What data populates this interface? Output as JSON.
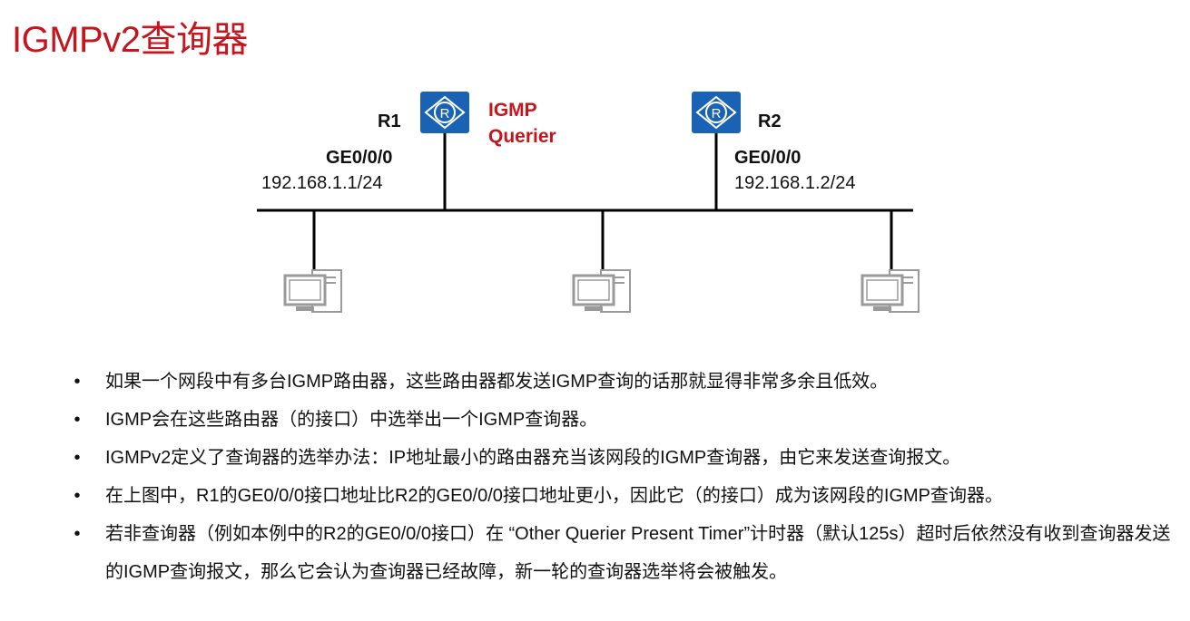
{
  "title": "IGMPv2查询器",
  "diagram": {
    "routers": [
      {
        "name": "R1",
        "interface": "GE0/0/0",
        "ip": "192.168.1.1/24"
      },
      {
        "name": "R2",
        "interface": "GE0/0/0",
        "ip": "192.168.1.2/24"
      }
    ],
    "querier_label_line1": "IGMP",
    "querier_label_line2": "Querier",
    "colors": {
      "accent": "#c4161c",
      "router_fill": "#1a62b3",
      "pc_gray": "#9a9a9a",
      "line": "#000000"
    },
    "icons": {
      "router": "router-icon",
      "pc": "computer-icon"
    }
  },
  "bullets": [
    "如果一个网段中有多台IGMP路由器，这些路由器都发送IGMP查询的话那就显得非常多余且低效。",
    "IGMP会在这些路由器（的接口）中选举出一个IGMP查询器。",
    "IGMPv2定义了查询器的选举办法：IP地址最小的路由器充当该网段的IGMP查询器，由它来发送查询报文。",
    "在上图中，R1的GE0/0/0接口地址比R2的GE0/0/0接口地址更小，因此它（的接口）成为该网段的IGMP查询器。",
    "若非查询器（例如本例中的R2的GE0/0/0接口）在 “Other Querier Present Timer”计时器（默认125s）超时后依然没有收到查询器发送的IGMP查询报文，那么它会认为查询器已经故障，新一轮的查询器选举将会被触发。"
  ],
  "bullet_symbol": "•"
}
